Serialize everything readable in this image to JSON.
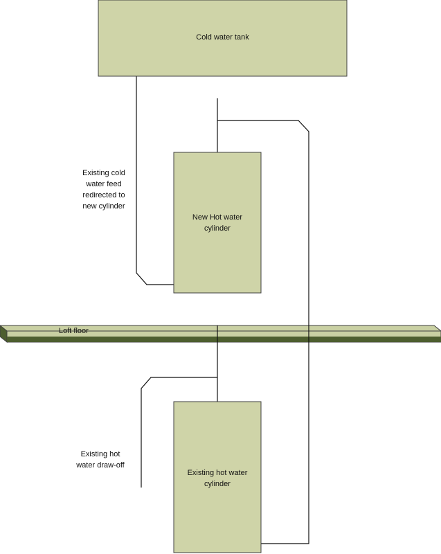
{
  "colors": {
    "fill": "#cfd4a8",
    "edge": "#3f3f3f",
    "floor_top": "#c9d0a3",
    "floor_side": "#4d5e2f",
    "pipe": "#111111"
  },
  "labels": {
    "cold_tank": "Cold water tank",
    "new_cylinder": "New Hot water\ncylinder",
    "existing_cylinder": "Existing hot water\ncylinder",
    "loft_floor": "Loft floor",
    "cold_feed_note": "Existing cold\nwater feed\nredirected to\nnew cylinder",
    "draw_off_note": "Existing hot\nwater draw-off"
  }
}
